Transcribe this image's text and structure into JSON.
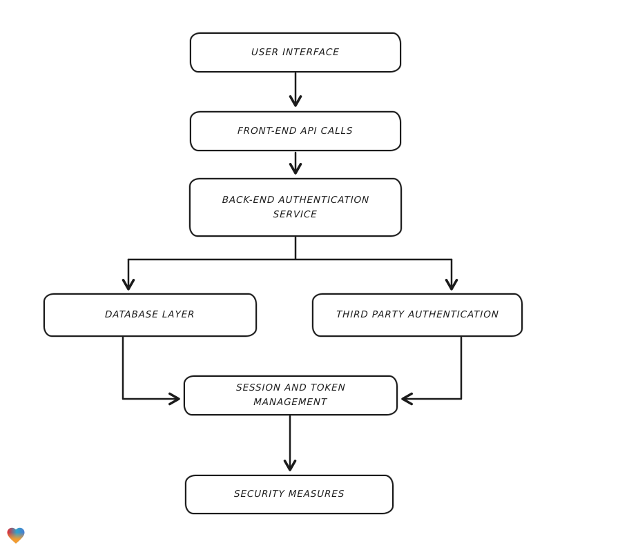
{
  "page": {
    "background_color": "#ffffff",
    "stroke_color": "#1b1b1b"
  },
  "diagram": {
    "type": "flowchart",
    "style": "hand-drawn",
    "nodes": [
      {
        "id": "user-interface",
        "label": "USER INTERFACE"
      },
      {
        "id": "front-end-api-calls",
        "label": "FRONT-END API CALLS"
      },
      {
        "id": "back-end-auth-service",
        "label": "BACK-END AUTHENTICATION SERVICE"
      },
      {
        "id": "database-layer",
        "label": "DATABASE LAYER"
      },
      {
        "id": "third-party-auth",
        "label": "THIRD PARTY AUTHENTICATION"
      },
      {
        "id": "session-token-mgmt",
        "label": "SESSION AND TOKEN MANAGEMENT"
      },
      {
        "id": "security-measures",
        "label": "SECURITY MEASURES"
      }
    ],
    "edges": [
      {
        "from": "user-interface",
        "to": "front-end-api-calls"
      },
      {
        "from": "front-end-api-calls",
        "to": "back-end-auth-service"
      },
      {
        "from": "back-end-auth-service",
        "to": "database-layer"
      },
      {
        "from": "back-end-auth-service",
        "to": "third-party-auth"
      },
      {
        "from": "database-layer",
        "to": "session-token-mgmt"
      },
      {
        "from": "third-party-auth",
        "to": "session-token-mgmt"
      },
      {
        "from": "session-token-mgmt",
        "to": "security-measures"
      }
    ]
  },
  "logo": {
    "name": "gradient-heart-logo",
    "colors": [
      "#e8272d",
      "#2fa3cc",
      "#4b7bd0",
      "#f79c2d"
    ]
  }
}
